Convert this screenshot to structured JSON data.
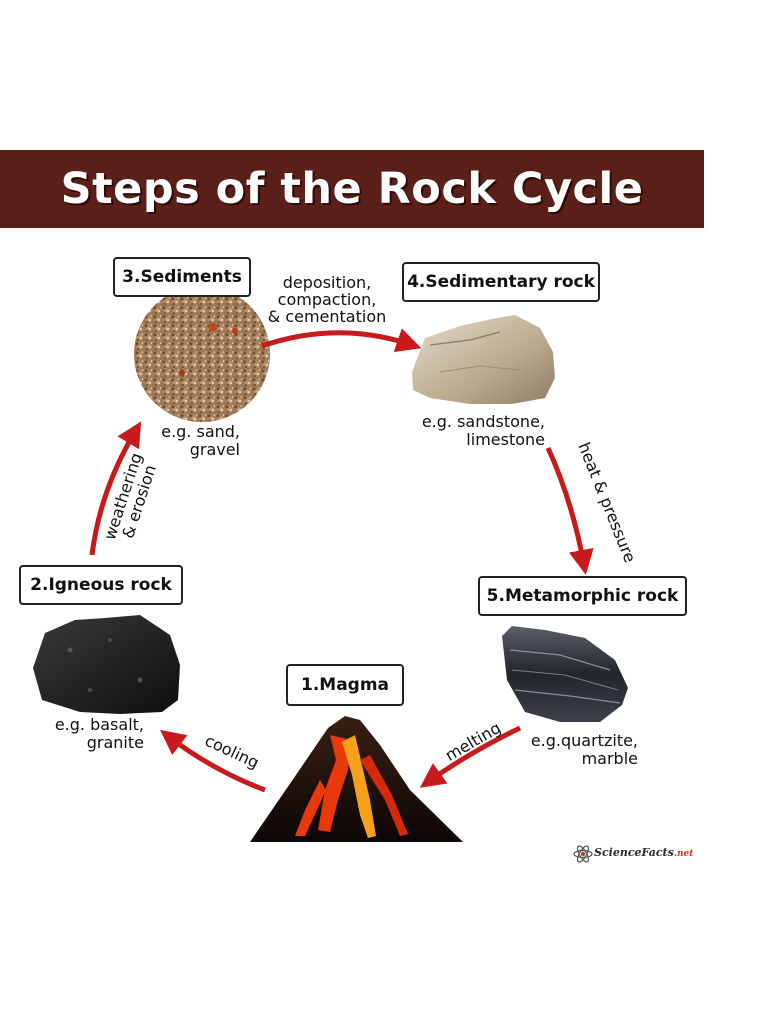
{
  "title": "Steps of the Rock Cycle",
  "stages": {
    "magma": {
      "label": "1.Magma"
    },
    "igneous": {
      "label": "2.Igneous rock",
      "example_line1": "e.g. basalt,",
      "example_line2": "granite"
    },
    "sediments": {
      "label": "3.Sediments",
      "example_line1": "e.g. sand,",
      "example_line2": "gravel"
    },
    "sedimentary": {
      "label": "4.Sedimentary rock",
      "example_line1": "e.g. sandstone,",
      "example_line2": "limestone"
    },
    "metamorphic": {
      "label": "5.Metamorphic rock",
      "example_line1": "e.g.quartzite,",
      "example_line2": "marble"
    }
  },
  "processes": {
    "deposition": {
      "line1": "deposition,",
      "line2": "compaction,",
      "line3": "& cementation"
    },
    "heat_pressure": "heat & pressure",
    "melting": "melting",
    "cooling": "cooling",
    "weathering": {
      "line1": "weathering",
      "line2": "& erosion"
    }
  },
  "logo": {
    "text": "ScienceFacts",
    "suffix": ".net"
  },
  "colors": {
    "banner": "#5a1f19",
    "arrow": "#c8191c",
    "lava": "#e8380c"
  }
}
